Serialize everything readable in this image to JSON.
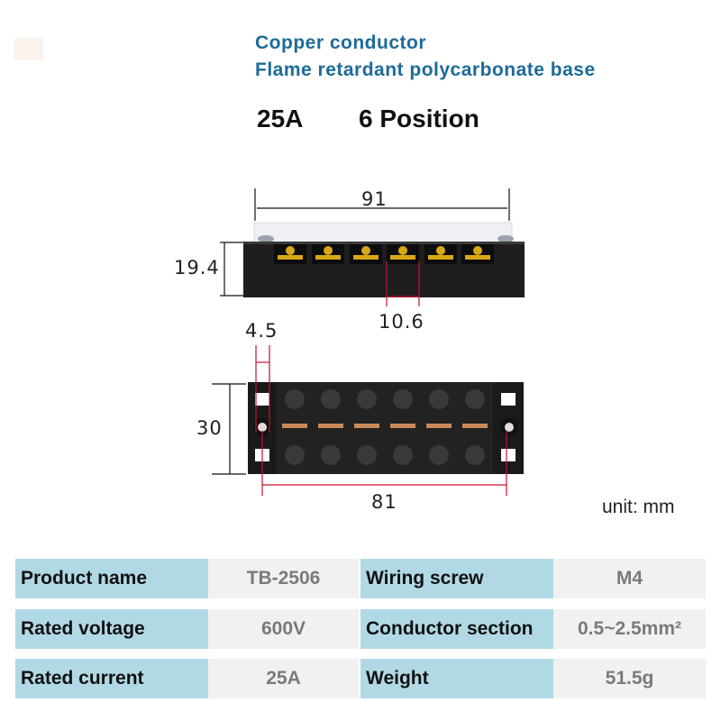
{
  "header": {
    "line1": "Copper conductor",
    "line2": "Flame retardant polycarbonate base",
    "rating": "25A",
    "positions": "6 Position"
  },
  "diagram": {
    "side_view": {
      "overall_length": "91",
      "height": "19.4",
      "terminal_pitch": "10.6"
    },
    "top_view": {
      "mount_hole_offset": "4.5",
      "width": "30",
      "mount_hole_spacing": "81",
      "terminal_count": 6
    },
    "unit_label": "unit: mm",
    "colors": {
      "dimension_red": "#c8102e",
      "body": "#1c1c1c",
      "copper": "#c98a5a",
      "brass": "#d4a20c"
    }
  },
  "specs": {
    "rows": [
      {
        "label_left": "Product name",
        "value_left": "TB-2506",
        "label_right": "Wiring screw",
        "value_right": "M4"
      },
      {
        "label_left": "Rated voltage",
        "value_left": "600V",
        "label_right": "Conductor section",
        "value_right": "0.5~2.5mm²"
      },
      {
        "label_left": "Rated current",
        "value_left": "25A",
        "label_right": "Weight",
        "value_right": "51.5g"
      }
    ],
    "colors": {
      "label_bg": "#b1d9e5",
      "value_bg": "#f1f1f1",
      "value_text": "#7a7a7a"
    }
  }
}
